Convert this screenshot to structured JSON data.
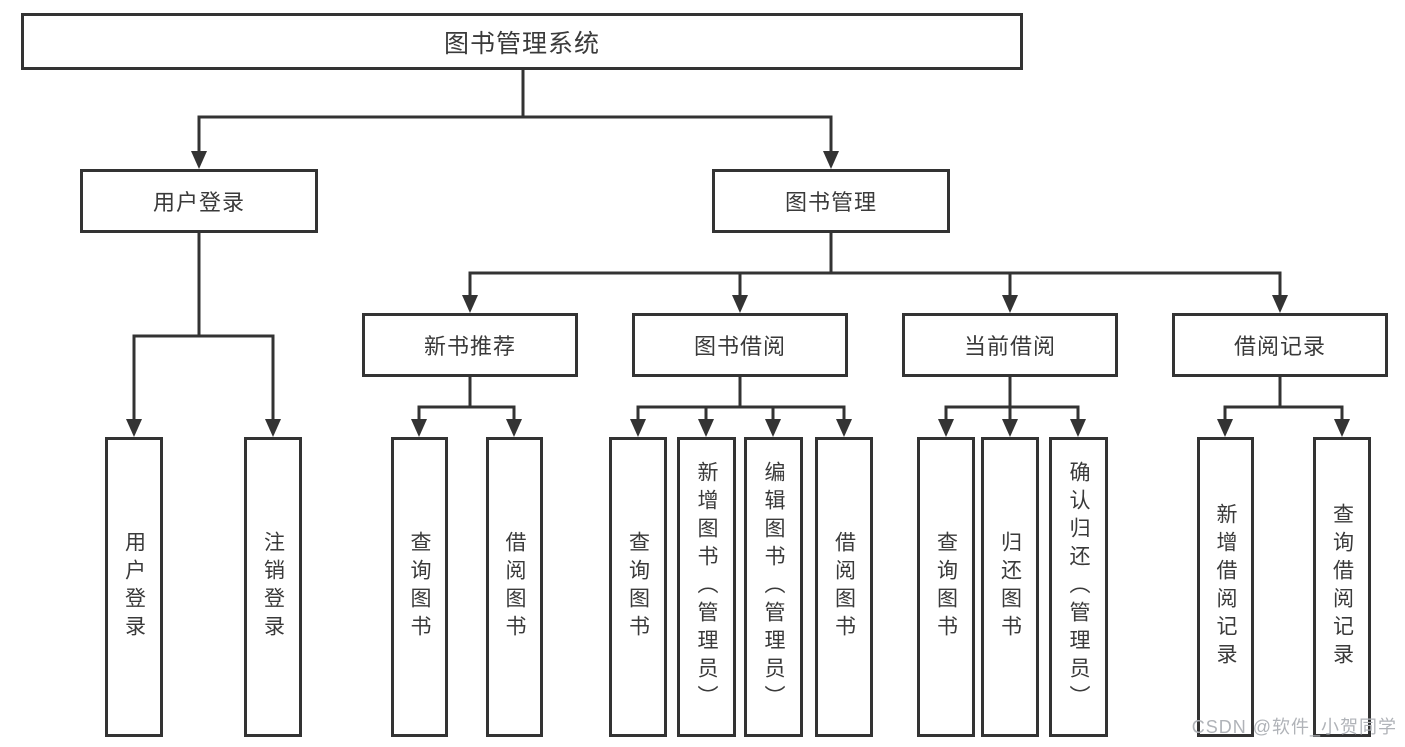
{
  "diagram": {
    "colors": {
      "line": "#333333",
      "box_border": "#333333",
      "box_fill": "#ffffff",
      "text": "#3a3a3a",
      "watermark": "#b0b3b8"
    },
    "nodes": {
      "root": {
        "label": "图书管理系统"
      },
      "user_login": {
        "label": "用户登录"
      },
      "book_mgmt": {
        "label": "图书管理"
      },
      "new_book_rec": {
        "label": "新书推荐"
      },
      "book_borrow": {
        "label": "图书借阅"
      },
      "current_borrow": {
        "label": "当前借阅"
      },
      "borrow_records": {
        "label": "借阅记录"
      },
      "g1_login": {
        "label": "用户登录"
      },
      "g1_logout": {
        "label": "注销登录"
      },
      "g2_query": {
        "label": "查询图书"
      },
      "g2_borrow": {
        "label": "借阅图书"
      },
      "g3_query": {
        "label": "查询图书"
      },
      "g3_add": {
        "label": "新增图书（管理员）"
      },
      "g3_edit": {
        "label": "编辑图书（管理员）"
      },
      "g3_borrow": {
        "label": "借阅图书"
      },
      "g4_query": {
        "label": "查询图书"
      },
      "g4_return": {
        "label": "归还图书"
      },
      "g4_confirm": {
        "label": "确认归还（管理员）"
      },
      "g5_add": {
        "label": "新增借阅记录"
      },
      "g5_query": {
        "label": "查询借阅记录"
      }
    },
    "watermark": "CSDN @软件_小贺同学"
  }
}
